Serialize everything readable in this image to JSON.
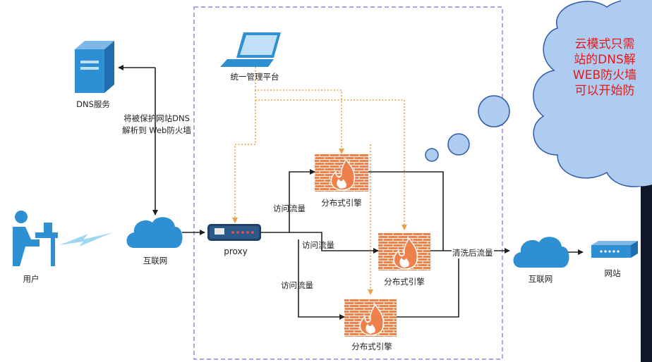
{
  "management": {
    "label": "统一管理平台"
  },
  "dns": {
    "label": "DNS服务"
  },
  "dns_note": {
    "line1": "将被保护网站DNS",
    "line2": "解析到  Web防火墙"
  },
  "user": {
    "label": "用户"
  },
  "internet_left": {
    "label": "互联网"
  },
  "proxy": {
    "label": "proxy"
  },
  "flow_labels": {
    "top": "访问流量",
    "middle": "访问流量",
    "bottom": "访问流量",
    "clean": "清洗后流量"
  },
  "engines": {
    "top": "分布式引擎",
    "middle": "分布式引擎",
    "bottom": "分布式引擎"
  },
  "internet_right": {
    "label": "互联网"
  },
  "website": {
    "label": "网站"
  },
  "thought_cloud": {
    "line1": "云模式只需",
    "line2": "站的DNS解",
    "line3": "WEB防火墙",
    "line4": "可以开始防"
  },
  "colors": {
    "cloud_fill": "#aecbf0",
    "cloud_stroke": "#2e5aa8",
    "cloud_text": "#e41a1a",
    "firewall": "#f0804a",
    "icon_blue": "#2e8fd2",
    "dash_frame": "#8a8ae6",
    "orange_dotted": "#f0a040"
  }
}
